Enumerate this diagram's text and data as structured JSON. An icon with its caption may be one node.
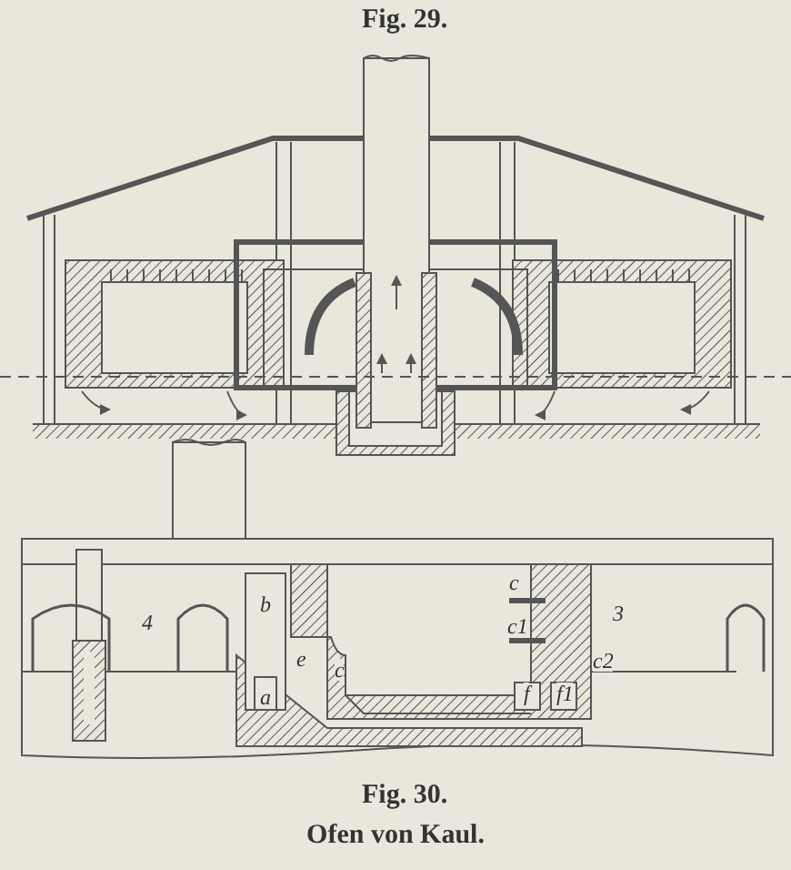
{
  "diagram": {
    "caption": "Ofen von Kaul.",
    "labels": [
      "Fig. 29.",
      "4",
      "b",
      "e",
      "a",
      "c",
      "c",
      "c1",
      "c2",
      "f",
      "f1",
      "3",
      "Fig. 30."
    ]
  }
}
